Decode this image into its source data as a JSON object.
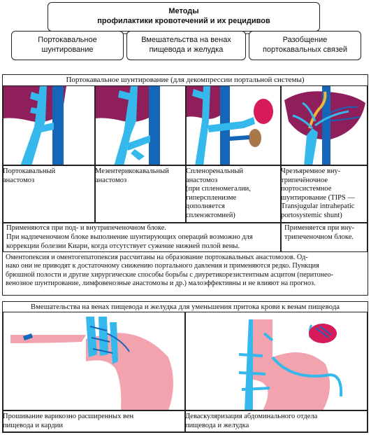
{
  "top": {
    "title_line1": "Методы",
    "title_line2": "профилактики кровотечений и их рецидивов",
    "boxes": [
      {
        "line1": "Портокавальное",
        "line2": "шунтирование"
      },
      {
        "line1": "Вмешательства на венах",
        "line2": "пищевода и желудка"
      },
      {
        "line1": "Разобщение",
        "line2": "портокавальных связей"
      }
    ]
  },
  "section1": {
    "header": "Портокавальное шунтирование (для декомпрессии портальной системы)",
    "captions": [
      {
        "lines": [
          "Портокавальный",
          "анастомоз"
        ]
      },
      {
        "lines": [
          "Мезентерикокавальный",
          "анастомоз"
        ]
      },
      {
        "lines": [
          "Спленоренальный",
          "анастомоз",
          "(при спленомегалии,",
          "гиперспленизме",
          "дополняется",
          "спленэктомией)"
        ]
      },
      {
        "lines": [
          "Чрезъяремное вну-",
          "трипечёночное",
          "портосистемное",
          "шунтирование (TIPS —",
          "Transjugular intrahepatic",
          "portosystemic shunt)"
        ]
      }
    ],
    "note_left": [
      "Применяются при под- и внутрипеченочном блоке.",
      "При надпеченочном блоке выполнение шунтирующих операций возможно для",
      "коррекции болезни Киари, когда отсутствует сужение нижней полой вены."
    ],
    "note_right": [
      "Применяется при вну-",
      "трипеченочном блоке."
    ],
    "paragraph": [
      "Оментопексия и оментогепатопексия рассчитаны на образование портокавальных анастомозов. Од-",
      "нако они не приводят к достаточному снижению портального давления и применяются редко. Пункция",
      "брюшной полости и другие хирургические способы борьбы с диуретикорезистентным асцитом (перитонео-",
      "венозное шунтирование, лимфовенозные анастомозы и др.) малоэффективны и не влияют на прогноз."
    ]
  },
  "section2": {
    "header": "Вмешательства на венах пищевода и желудка для уменьшения притока крови к венам пищевода",
    "captions": [
      {
        "lines": [
          "Прошивание варикозно расширенных вен",
          "пищевода и кардии"
        ]
      },
      {
        "lines": [
          "Деваскуляризация абдоминального отдела",
          "пищевода и желудка"
        ]
      }
    ]
  },
  "colors": {
    "liver": "#8f1f5a",
    "vein_light": "#35b8ec",
    "vein_dark": "#1565b8",
    "stomach": "#f2a3ad",
    "spleen": "#d61a5c",
    "kidney": "#a8784a"
  }
}
